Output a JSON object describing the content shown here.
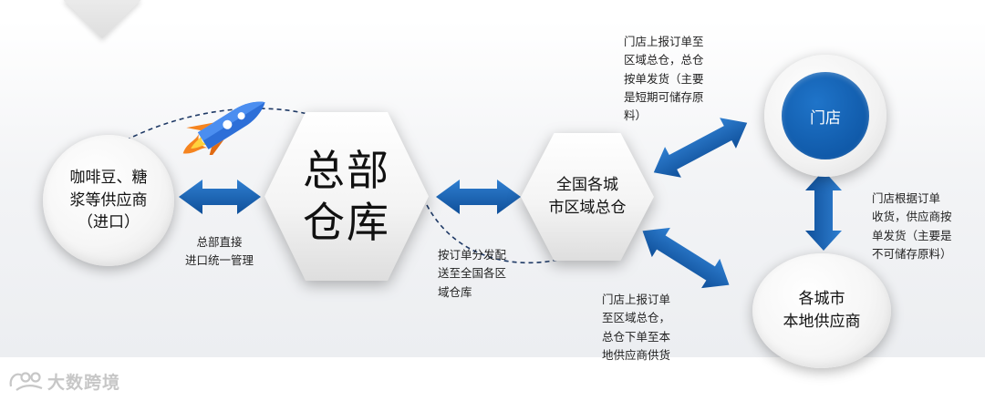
{
  "nodes": {
    "supplier": "咖啡豆、糖\n浆等供应商\n（进口）",
    "hq_warehouse": "总部\n仓库",
    "regional_warehouse": "全国各城\n市区域总仓",
    "store": "门店",
    "local_supplier": "各城市\n本地供应商"
  },
  "notes": {
    "hq_import": "总部直接\n进口统一管理",
    "order_dispatch": "按订单分发配\n送至全国各区\n域仓库",
    "store_report_top": "门店上报订单至\n区域总仓，总仓\n按单发货（主要\n是短期可储存原\n料）",
    "store_order_right": "门店根据订单\n收货，供应商按\n单发货（主要是\n不可储存原料）",
    "store_report_bottom": "门店上报订单\n至区域总仓，\n总仓下单至本\n地供应商供货"
  },
  "watermark": "大数跨境",
  "colors": {
    "arrow_blue": "#1a63b5",
    "store_blue": "#0d5aa7",
    "dashed_line": "#1f3a66"
  },
  "icons": [
    "rocket-icon",
    "double-arrow-icon",
    "watermark-logo-icon"
  ]
}
